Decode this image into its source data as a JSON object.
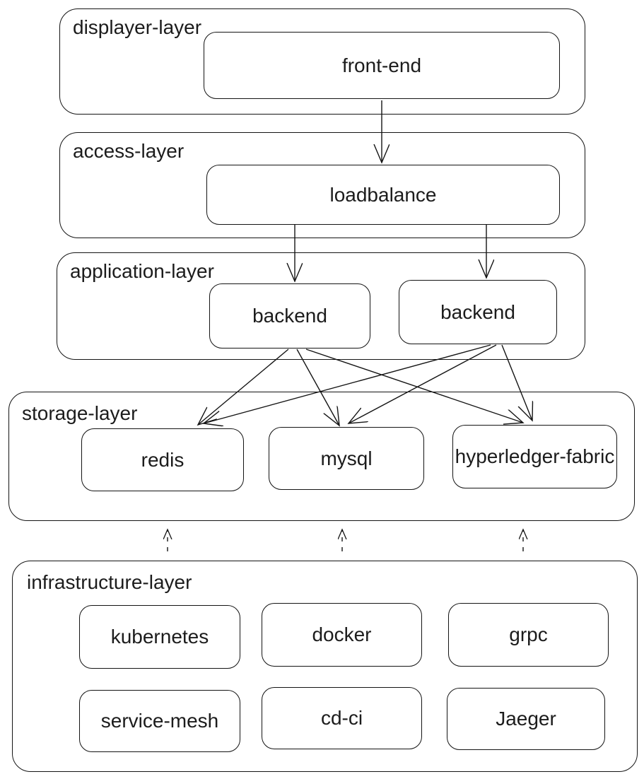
{
  "diagram": {
    "title": "",
    "colors": {
      "stroke": "#141414",
      "background": "#ffffff",
      "text": "#1c1c1c"
    },
    "layers": [
      {
        "id": "displayer-layer",
        "label": "displayer-layer",
        "nodes": [
          {
            "id": "front-end",
            "label": "front-end"
          }
        ]
      },
      {
        "id": "access-layer",
        "label": "access-layer",
        "nodes": [
          {
            "id": "loadbalance",
            "label": "loadbalance"
          }
        ]
      },
      {
        "id": "application-layer",
        "label": "application-layer",
        "nodes": [
          {
            "id": "backend-1",
            "label": "backend"
          },
          {
            "id": "backend-2",
            "label": "backend"
          }
        ]
      },
      {
        "id": "storage-layer",
        "label": "storage-layer",
        "nodes": [
          {
            "id": "redis",
            "label": "redis"
          },
          {
            "id": "mysql",
            "label": "mysql"
          },
          {
            "id": "hyperledger-fabric",
            "label": "hyperledger-fabric"
          }
        ]
      },
      {
        "id": "infrastructure-layer",
        "label": "infrastructure-layer",
        "nodes": [
          {
            "id": "kubernetes",
            "label": "kubernetes"
          },
          {
            "id": "docker",
            "label": "docker"
          },
          {
            "id": "grpc",
            "label": "grpc"
          },
          {
            "id": "service-mesh",
            "label": "service-mesh"
          },
          {
            "id": "cd-ci",
            "label": "cd-ci"
          },
          {
            "id": "jaeger",
            "label": "Jaeger"
          }
        ]
      }
    ],
    "edges": [
      {
        "from": "front-end",
        "to": "loadbalance",
        "style": "solid"
      },
      {
        "from": "loadbalance",
        "to": "backend-1",
        "style": "solid"
      },
      {
        "from": "loadbalance",
        "to": "backend-2",
        "style": "solid"
      },
      {
        "from": "backend-1",
        "to": "redis",
        "style": "solid"
      },
      {
        "from": "backend-1",
        "to": "mysql",
        "style": "solid"
      },
      {
        "from": "backend-1",
        "to": "hyperledger-fabric",
        "style": "solid"
      },
      {
        "from": "backend-2",
        "to": "redis",
        "style": "solid"
      },
      {
        "from": "backend-2",
        "to": "mysql",
        "style": "solid"
      },
      {
        "from": "backend-2",
        "to": "hyperledger-fabric",
        "style": "solid"
      },
      {
        "from": "infrastructure-layer",
        "to": "storage-layer",
        "style": "dashed",
        "position": "left"
      },
      {
        "from": "infrastructure-layer",
        "to": "storage-layer",
        "style": "dashed",
        "position": "center"
      },
      {
        "from": "infrastructure-layer",
        "to": "storage-layer",
        "style": "dashed",
        "position": "right"
      }
    ]
  }
}
